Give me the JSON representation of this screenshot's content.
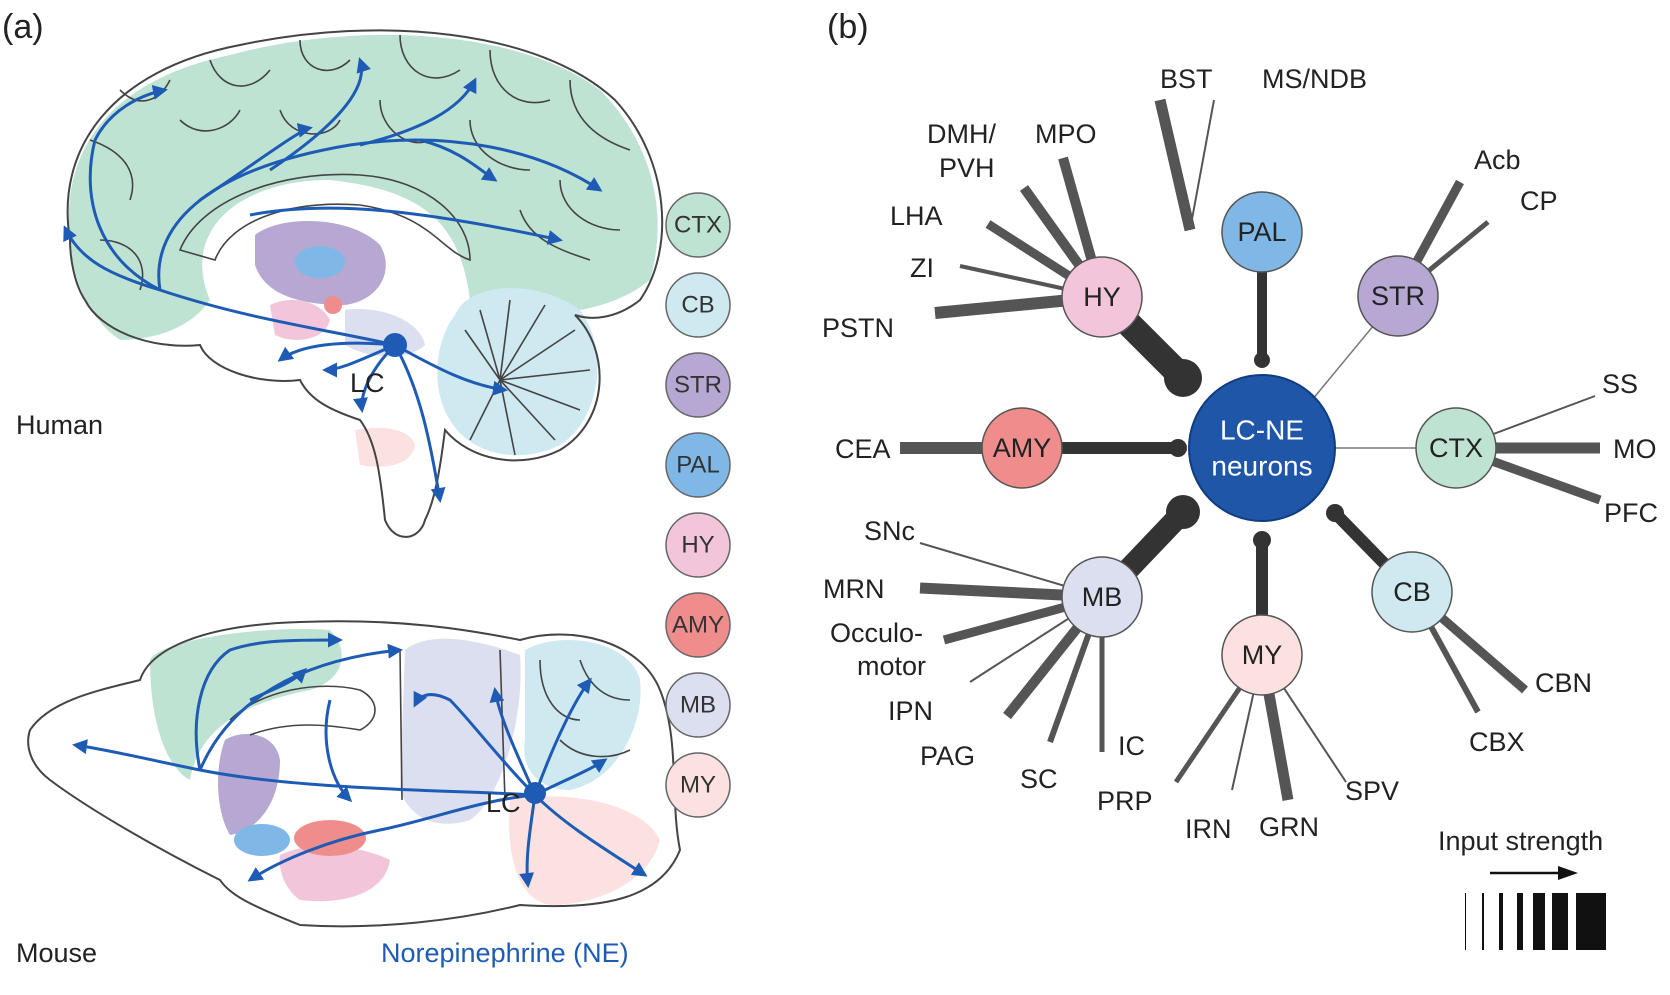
{
  "panel_a": {
    "label": "(a)",
    "human_label": "Human",
    "mouse_label": "Mouse",
    "lc_label": "LC",
    "ne_label": "Norepinephrine (NE)",
    "legend": [
      {
        "label": "CTX",
        "color": "#bfe3d3"
      },
      {
        "label": "CB",
        "color": "#cfe9f0"
      },
      {
        "label": "STR",
        "color": "#b6a8d2"
      },
      {
        "label": "PAL",
        "color": "#7fb8e6"
      },
      {
        "label": "HY",
        "color": "#f2c5db"
      },
      {
        "label": "AMY",
        "color": "#ef8d8d"
      },
      {
        "label": "MB",
        "color": "#dcdff0"
      },
      {
        "label": "MY",
        "color": "#fbe2e0"
      }
    ]
  },
  "panel_b": {
    "label": "(b)",
    "center_line1": "LC-NE",
    "center_line2": "neurons",
    "center_color": "#1f56a8",
    "regions": {
      "PAL": {
        "label": "PAL",
        "color": "#7fb8e6"
      },
      "STR": {
        "label": "STR",
        "color": "#b6a8d2"
      },
      "CTX": {
        "label": "CTX",
        "color": "#bfe3d3"
      },
      "CB": {
        "label": "CB",
        "color": "#cfe9f0"
      },
      "MY": {
        "label": "MY",
        "color": "#fbe2e0"
      },
      "MB": {
        "label": "MB",
        "color": "#dcdff0"
      },
      "AMY": {
        "label": "AMY",
        "color": "#ef8d8d"
      },
      "HY": {
        "label": "HY",
        "color": "#f2c5db"
      }
    },
    "subregions": {
      "bst": "BST",
      "msndb": "MS/NDB",
      "acb": "Acb",
      "cp": "CP",
      "ss": "SS",
      "mo": "MO",
      "pfc": "PFC",
      "cbn": "CBN",
      "cbx": "CBX",
      "prp": "PRP",
      "irn": "IRN",
      "grn": "GRN",
      "spv": "SPV",
      "snc": "SNc",
      "mrn": "MRN",
      "oculo1": "Occulo-",
      "oculo2": "motor",
      "ipn": "IPN",
      "pag": "PAG",
      "sc": "SC",
      "ic": "IC",
      "cea": "CEA",
      "dmh1": "DMH/",
      "dmh2": "PVH",
      "mpo": "MPO",
      "lha": "LHA",
      "zi": "ZI",
      "pstn": "PSTN"
    },
    "input_strength_label": "Input strength"
  }
}
